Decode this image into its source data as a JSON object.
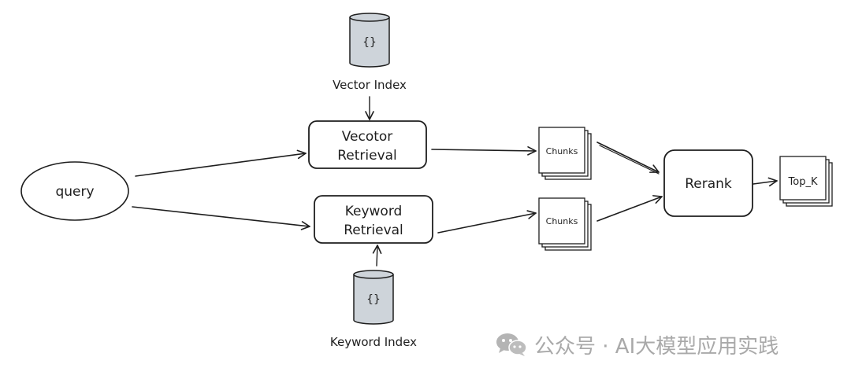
{
  "nodes": {
    "query": "query",
    "vector_retrieval": [
      "Vecotor",
      "Retrieval"
    ],
    "keyword_retrieval": [
      "Keyword",
      "Retrieval"
    ],
    "vector_index": "Vector Index",
    "keyword_index": "Keyword Index",
    "chunks_top": "Chunks",
    "chunks_bottom": "Chunks",
    "rerank": "Rerank",
    "top_k": "Top_K",
    "db_icon_text": "{}"
  },
  "watermark": {
    "text": "公众号 · AI大模型应用实践",
    "icon": "wechat-icon"
  },
  "colors": {
    "stroke": "#1e1e1e",
    "db_fill": "#ced4da",
    "watermark": "#a9a9a9"
  }
}
